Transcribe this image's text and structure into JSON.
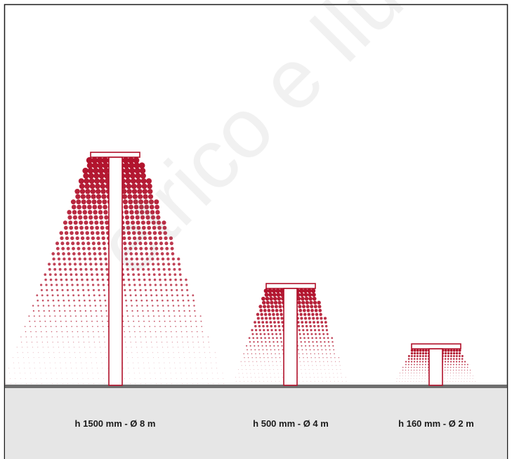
{
  "colors": {
    "accent": "#b0102a",
    "ground": "#e6e6e6",
    "ground_line": "#6f6f6f",
    "frame": "#1a1a1a",
    "background": "#ffffff"
  },
  "watermark": "etrico e Iluminação",
  "bollards": [
    {
      "label": "h 1500 mm - Ø 8 m"
    },
    {
      "label": "h 500 mm - Ø 4 m"
    },
    {
      "label": "h 160 mm - Ø 2 m"
    }
  ]
}
